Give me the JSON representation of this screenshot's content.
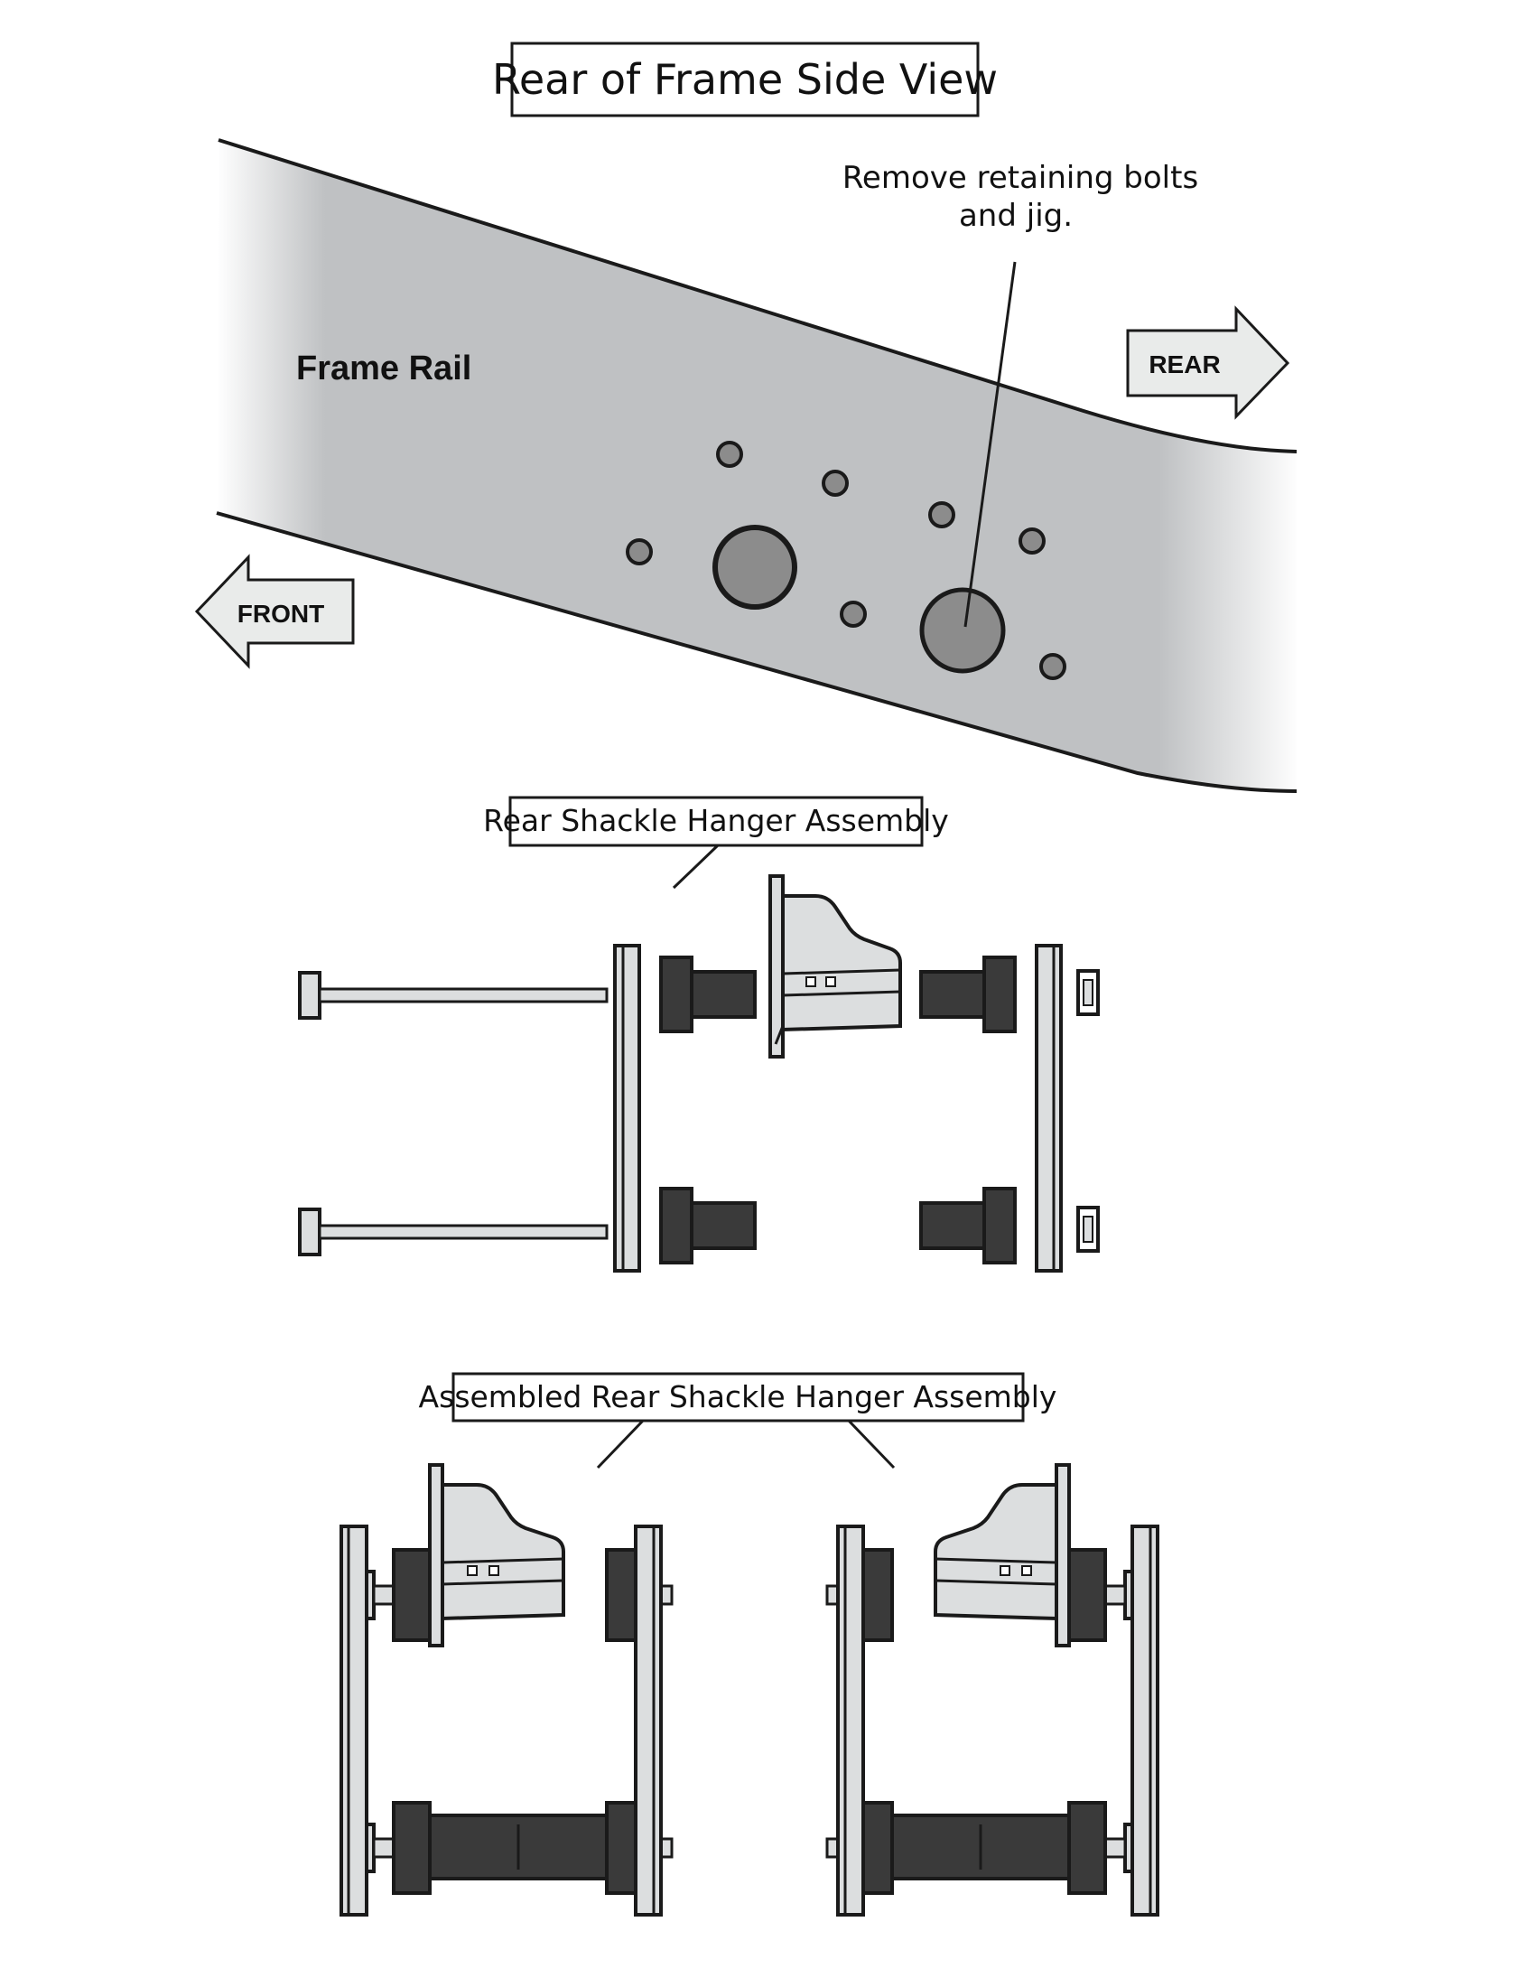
{
  "title": "Rear of Frame Side View",
  "frame_rail_label": "Frame Rail",
  "callout_line1": "Remove retaining bolts",
  "callout_line2": "and jig.",
  "arrow_rear": "REAR",
  "arrow_front": "FRONT",
  "rear_assembly_label": "Rear Shackle Hanger Assembly",
  "assembled_label": "Assembled Rear Shackle Hanger Assembly",
  "colors": {
    "frame_fill": "#bfc1c3",
    "bushing": "#3a3a3a",
    "part_light": "#dcdedf",
    "hole_fill": "#8c8c8c",
    "stroke": "#1a1a1a"
  }
}
